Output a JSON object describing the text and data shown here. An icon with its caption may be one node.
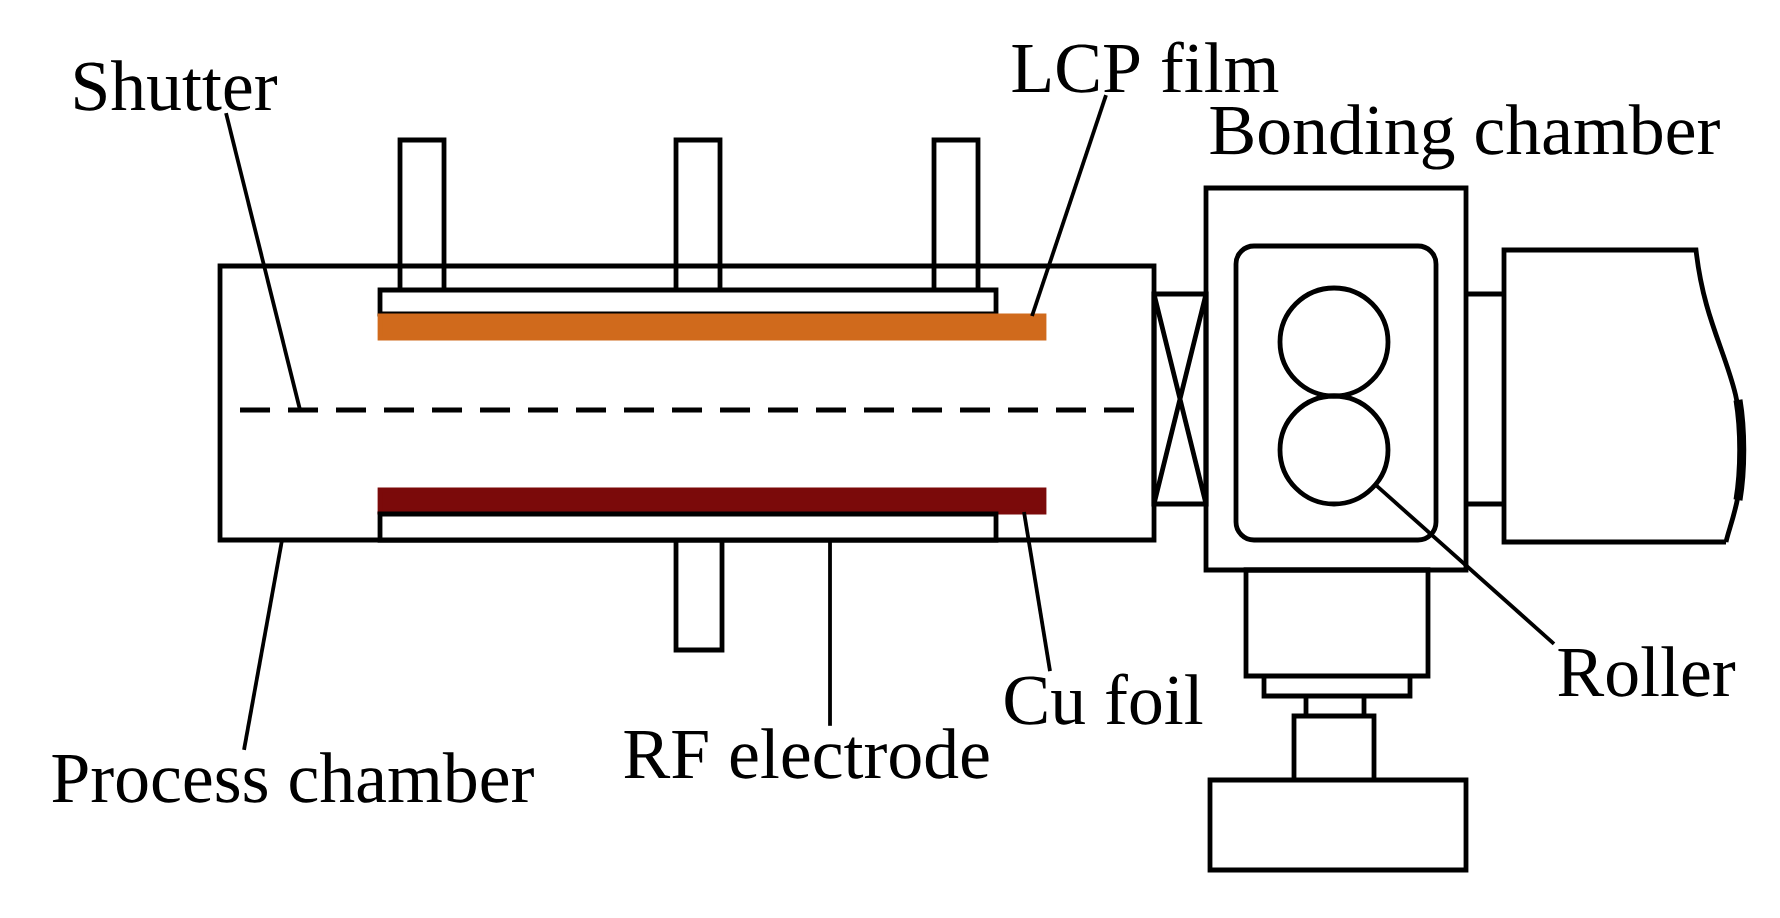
{
  "diagram": {
    "nodes": [
      {
        "text": [
          "Shutter"
        ]
      },
      {
        "text": [
          "LCP film"
        ]
      },
      {
        "text": [
          "Bonding chamber"
        ]
      },
      {
        "text": [],
        "shape": "box"
      },
      {
        "text": [],
        "shape": "bar",
        "in": 3
      },
      {
        "text": [],
        "shape": "bar",
        "in": 3
      },
      {
        "text": [],
        "shape": "bar",
        "in": 3
      },
      {
        "text": [],
        "shape": "bar",
        "in": 3
      },
      {
        "text": [],
        "shape": "circle",
        "in": 2
      },
      {
        "text": [],
        "shape": "circle",
        "in": 2
      },
      {
        "text": [
          "Roller"
        ]
      },
      {
        "text": [
          "Cu foil"
        ]
      },
      {
        "text": [
          "Process chamber"
        ]
      },
      {
        "text": [
          "RF electrode"
        ]
      }
    ],
    "edges": [
      {
        "from": 0,
        "to": null,
        "arrow": "none"
      },
      {
        "from": 1,
        "to": 5,
        "arrow": "none"
      },
      {
        "from": 10,
        "to": 9,
        "arrow": "none"
      },
      {
        "from": 11,
        "to": 6,
        "arrow": "none"
      },
      {
        "from": 12,
        "to": 3,
        "arrow": "none"
      },
      {
        "from": 13,
        "to": 7,
        "arrow": "none"
      }
    ]
  }
}
